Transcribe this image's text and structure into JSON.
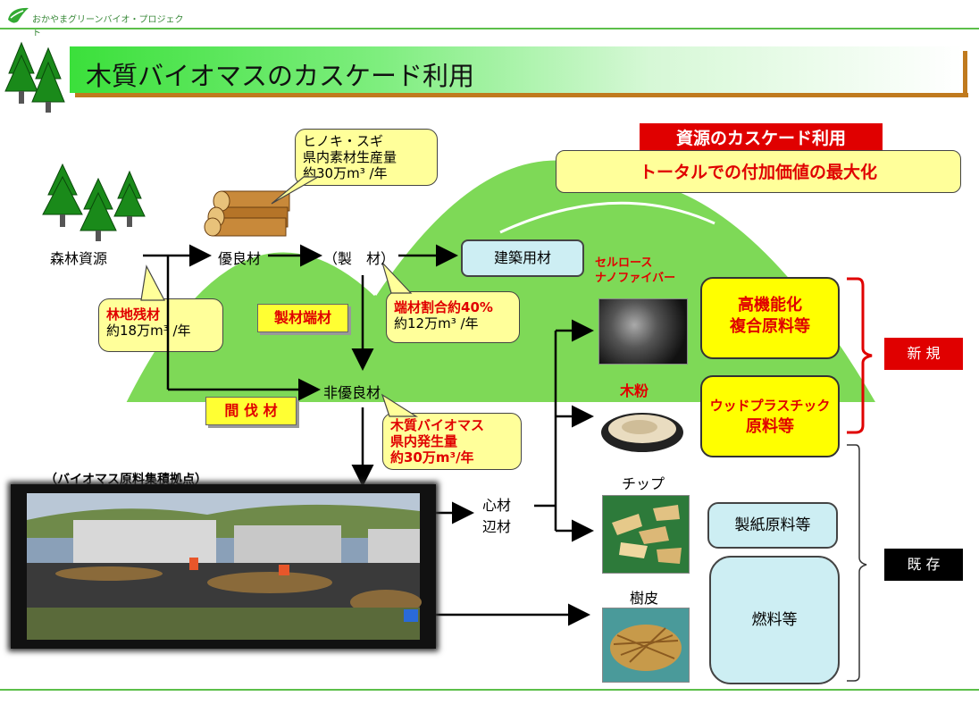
{
  "header": {
    "logo_text": "おかやまグリーンバイオ・プロジェクト"
  },
  "slide": {
    "title": "木質バイオマスのカスケード利用"
  },
  "banner": {
    "red_label": "資源のカスケード利用",
    "yellow_text": "トータルでの付加価値の最大化"
  },
  "flow": {
    "forest": "森林資源",
    "good_timber": "優良材",
    "sawmill": "（製　材）",
    "construction": "建築用材",
    "non_good_timber": "非優良材",
    "heartwood_1": "心材",
    "heartwood_2": "辺材"
  },
  "callouts": {
    "hinoki": [
      "ヒノキ・スギ",
      "県内素材生産量",
      "約30万m³ /年"
    ],
    "forest_residue": [
      "林地残材",
      "約18万m³ /年"
    ],
    "offcut_rate": [
      "端材割合約40%",
      "約12万m³ /年"
    ],
    "biomass": [
      "木質バイオマス",
      "県内発生量",
      "約30万m³/年"
    ]
  },
  "labels": {
    "sawmill_offcut": "製材端材",
    "thinned": "間 伐 材",
    "biomass_hub": "（バイオマス原料集積拠点）"
  },
  "products": {
    "cellulose": [
      "セルロース",
      "ナノファイバー"
    ],
    "wood_flour": "木粉",
    "chip": "チップ",
    "bark": "樹皮"
  },
  "outputs": {
    "high_function": [
      "高機能化",
      "複合原料等"
    ],
    "wood_plastic": [
      "ウッドプラスチック",
      "原料等"
    ],
    "paper": "製紙原料等",
    "fuel": "燃料等"
  },
  "categories": {
    "new": "新 規",
    "existing": "既 存"
  },
  "colors": {
    "accent_red": "#e00000",
    "callout_yellow": "#ffff9a",
    "hill_green": "#7ed957",
    "title_green": "#3be03b"
  }
}
